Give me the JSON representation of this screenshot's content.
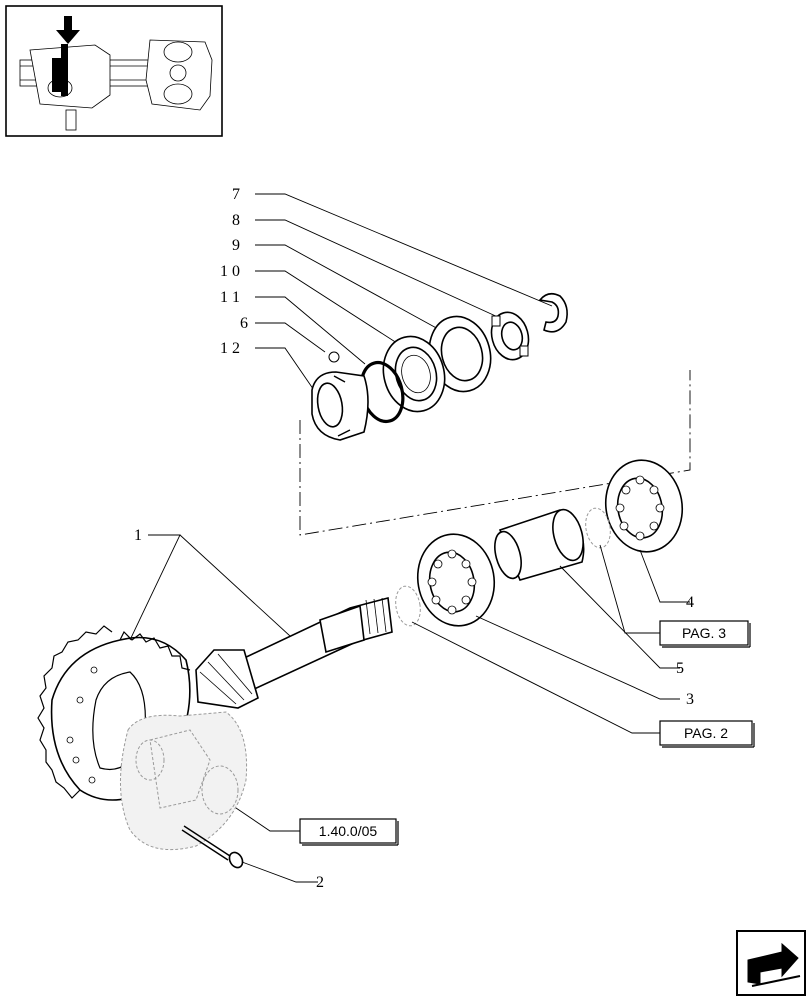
{
  "callouts": {
    "c7": "7",
    "c8": "8",
    "c9": "9",
    "c10": "1 0",
    "c11": "1 1",
    "c6": "6",
    "c12": "1 2",
    "c1": "1",
    "c4": "4",
    "c5": "5",
    "c3": "3",
    "c2": "2"
  },
  "references": {
    "pag3": "PAG. 3",
    "pag2": "PAG. 2",
    "section": "1.40.0/05"
  },
  "icons": {
    "thumbnail": "axle-assembly-thumbnail",
    "nav": "next-page-arrow-icon"
  }
}
